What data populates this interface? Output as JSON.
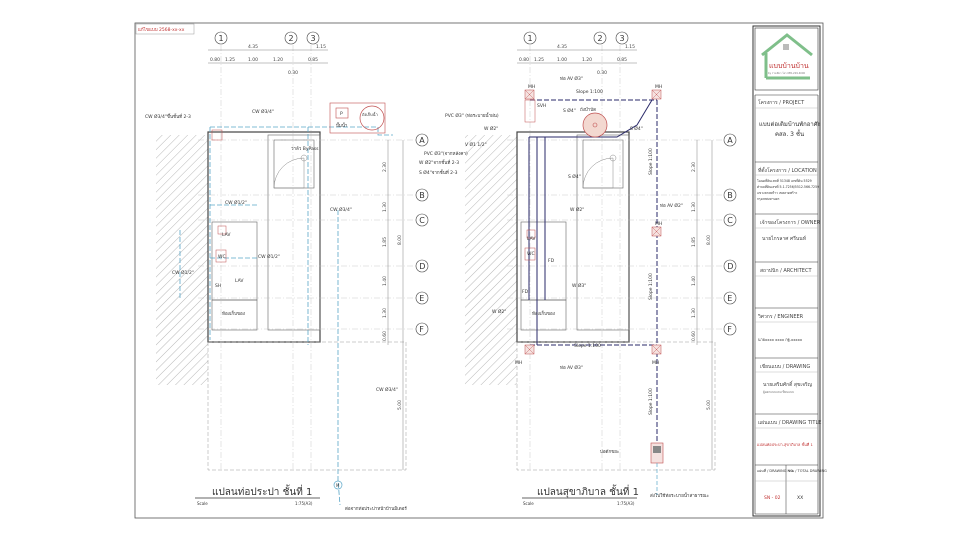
{
  "revision_note": "แก้ไขแบบ 2568-xx-xx",
  "grid": {
    "columns": [
      "1",
      "2",
      "3"
    ],
    "rows": [
      "A",
      "B",
      "C",
      "D",
      "E",
      "F"
    ]
  },
  "dims": {
    "top_overall": [
      "4.35",
      "1.15"
    ],
    "top_detail": [
      "0.80",
      "1.25",
      "1.00",
      "1.20",
      "0.85"
    ],
    "top_small": "0.30",
    "side": [
      "2.30",
      "1.30",
      "1.85",
      "1.40",
      "1.30",
      "0.60"
    ],
    "side_overall": "8.00",
    "side_lower": "5.00"
  },
  "left_plan": {
    "title": "แปลนท่อประปา ชั้นที่ 1",
    "scale_label": "Scale",
    "scale_value": "1:75(A3)",
    "labels": {
      "cw_up": "CW Ø3/4\"ขึ้นชั้นที่ 2-3",
      "cw_top": "CW Ø3/4\"",
      "bypass": "วาล์ว ByPass",
      "cw_b": "CW Ø1/2\"",
      "cw_right": "CW Ø3/4\"",
      "cw_d": "CW Ø1/2\"",
      "cw_left": "CW Ø1/2\"",
      "lav1": "LAV",
      "wc": "WC",
      "lav2": "LAV",
      "sh": "SH",
      "storage": "ห้องเก็บของ",
      "cw_lower": "CW Ø3/4\"",
      "pump": "ปั๊มน้ำ",
      "pump_p": "P",
      "tank": "ถังเก็บน้ำ",
      "meter": "M",
      "supply": "ต่อจากท่อประปาหน้าบ้านมิเตอร์"
    }
  },
  "right_plan": {
    "title": "แปลนสุขาภิบาล ชั้นที่ 1",
    "scale_label": "Scale",
    "scale_value": "1:75(A3)",
    "labels": {
      "av_top": "ท่อ AV Ø3\"",
      "slope_top": "Slope 1:100",
      "mh1": "MH",
      "mh2": "MH",
      "mh3": "MH",
      "mh4": "MH",
      "mh5": "MH",
      "svh": "SVH",
      "s4_top": "S Ø4\"",
      "septic": "ถังบำบัด",
      "s4_right": "S Ø4\"",
      "pvc_rain": "PVC Ø3\" (ท่อระบายน้ำฝน)",
      "w2_top": "W Ø2\"",
      "v1": "V Ø1 1/2\"",
      "pvc_roof": "PVC Ø3\"(จากหลังคา)",
      "w2_up": "W Ø2\"จากชั้นที่ 2-3",
      "s4_up": "S Ø4\"จากชั้นที่ 2-3",
      "s4_mid": "S Ø4\"",
      "av2": "ท่อ AV Ø2\"",
      "w2_mid": "W Ø2\"",
      "lav": "LAV",
      "wc": "WC",
      "fd1": "FD",
      "fd2": "FD",
      "w3": "W Ø3\"",
      "w2_low": "W Ø2\"",
      "storage": "ห้องเก็บของ",
      "slope_vert1": "Slope 1:100",
      "slope_vert2": "Slope 1:100",
      "slope_low": "Slope 1:100",
      "av_low": "ท่อ AV Ø3\"",
      "trap": "บ่อดักขยะ",
      "outlet": "ส่งไปใช้ท่อระบายน้ำสาธารณะ",
      "slope_vert3": "Slope 1:100"
    }
  },
  "title_block": {
    "logo_text": "แบบบ้านบ้าน",
    "logo_sub": "by รายเดียว โทร 085-229-4000",
    "project_label": "โครงการ / PROJECT",
    "project_line1": "แบบต่อเติมบ้านพักอาศัย",
    "project_line2": "คสล. 3 ชั้น",
    "location_label": "ที่ตั้งโครงการ / LOCATION",
    "location_lines": [
      "โฉนดที่ดินเลขที่ 51348 เลขที่ดิน 5529",
      "ตำบลที่ดินเลขที่ 5.1.7256/5512.566.7259",
      "แขวงลาดพร้าว เขตลาดพร้าว",
      "กรุงเทพมหานคร"
    ],
    "owner_label": "เจ้าของโครงการ / OWNER",
    "owner_name": "นายไกรลาศ ศรีนนท์",
    "architect_label": "สถาปนิก / ARCHITECT",
    "engineer_label": "วิศวกร / ENGINEER",
    "engineer_name": "นายxxxx xxxx กฐ.xxxxx",
    "drawing_label": "เขียนแบบ / DRAWING",
    "drawing_name": "นายเสริมศักดิ์ สุขเจริญ",
    "drawing_sub": "ผู้ออกแบบและเขียนแบบ",
    "title_label": "แผ่นแบบ / DRAWING TITLE",
    "title_value": "แปลนท่อประปา-สุขาภิบาล ชั้นที่ 1",
    "sheet_no_label": "แผ่นที่ / DRAWING NO.",
    "sheet_total_label": "รวม / TOTAL DRAWING",
    "sheet_no": "SN - 02",
    "sheet_total": "XX"
  },
  "colors": {
    "water_supply": "#5aa6c8",
    "sanitary": "#2a2a6a",
    "fixture_red": "#c05050",
    "logo_green": "#7fbf8a",
    "title_red": "#c03030"
  }
}
